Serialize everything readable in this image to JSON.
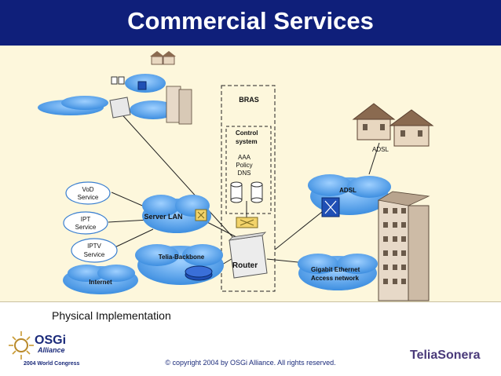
{
  "header": {
    "title": "Commercial Services"
  },
  "diagram": {
    "bras_label": "BRAS",
    "control_system": [
      "Control",
      "system"
    ],
    "aaa_lines": [
      "AAA",
      "Policy",
      "DNS"
    ],
    "adsl_top_label": "ADSL",
    "adsl_cloud_label": "ADSL",
    "server_lan_label": "Server LAN",
    "telia_backbone_label": "Telia-Backbone",
    "router_label": "Router",
    "gigabit_label": [
      "Gigabit Ethernet",
      "Access network"
    ],
    "internet_label": "Internet",
    "vod_service": [
      "VoD",
      "Service"
    ],
    "ipt_service": [
      "IPT",
      "Service"
    ],
    "iptv_service": [
      "IPTV",
      "Service"
    ]
  },
  "footer": {
    "caption": "Physical Implementation",
    "copyright": "© copyright 2004 by OSGi Alliance. All rights reserved.",
    "osgi_logo": "OSGi",
    "osgi_alliance": "Alliance",
    "osgi_congress": "2004 World Congress",
    "teliasonera_logo": "TeliaSonera"
  },
  "colors": {
    "title_bg": "#0f1f7a",
    "diagram_bg": "#fdf7dc",
    "cloud": "#5aa0e6",
    "service_border": "#3a7fd0"
  }
}
